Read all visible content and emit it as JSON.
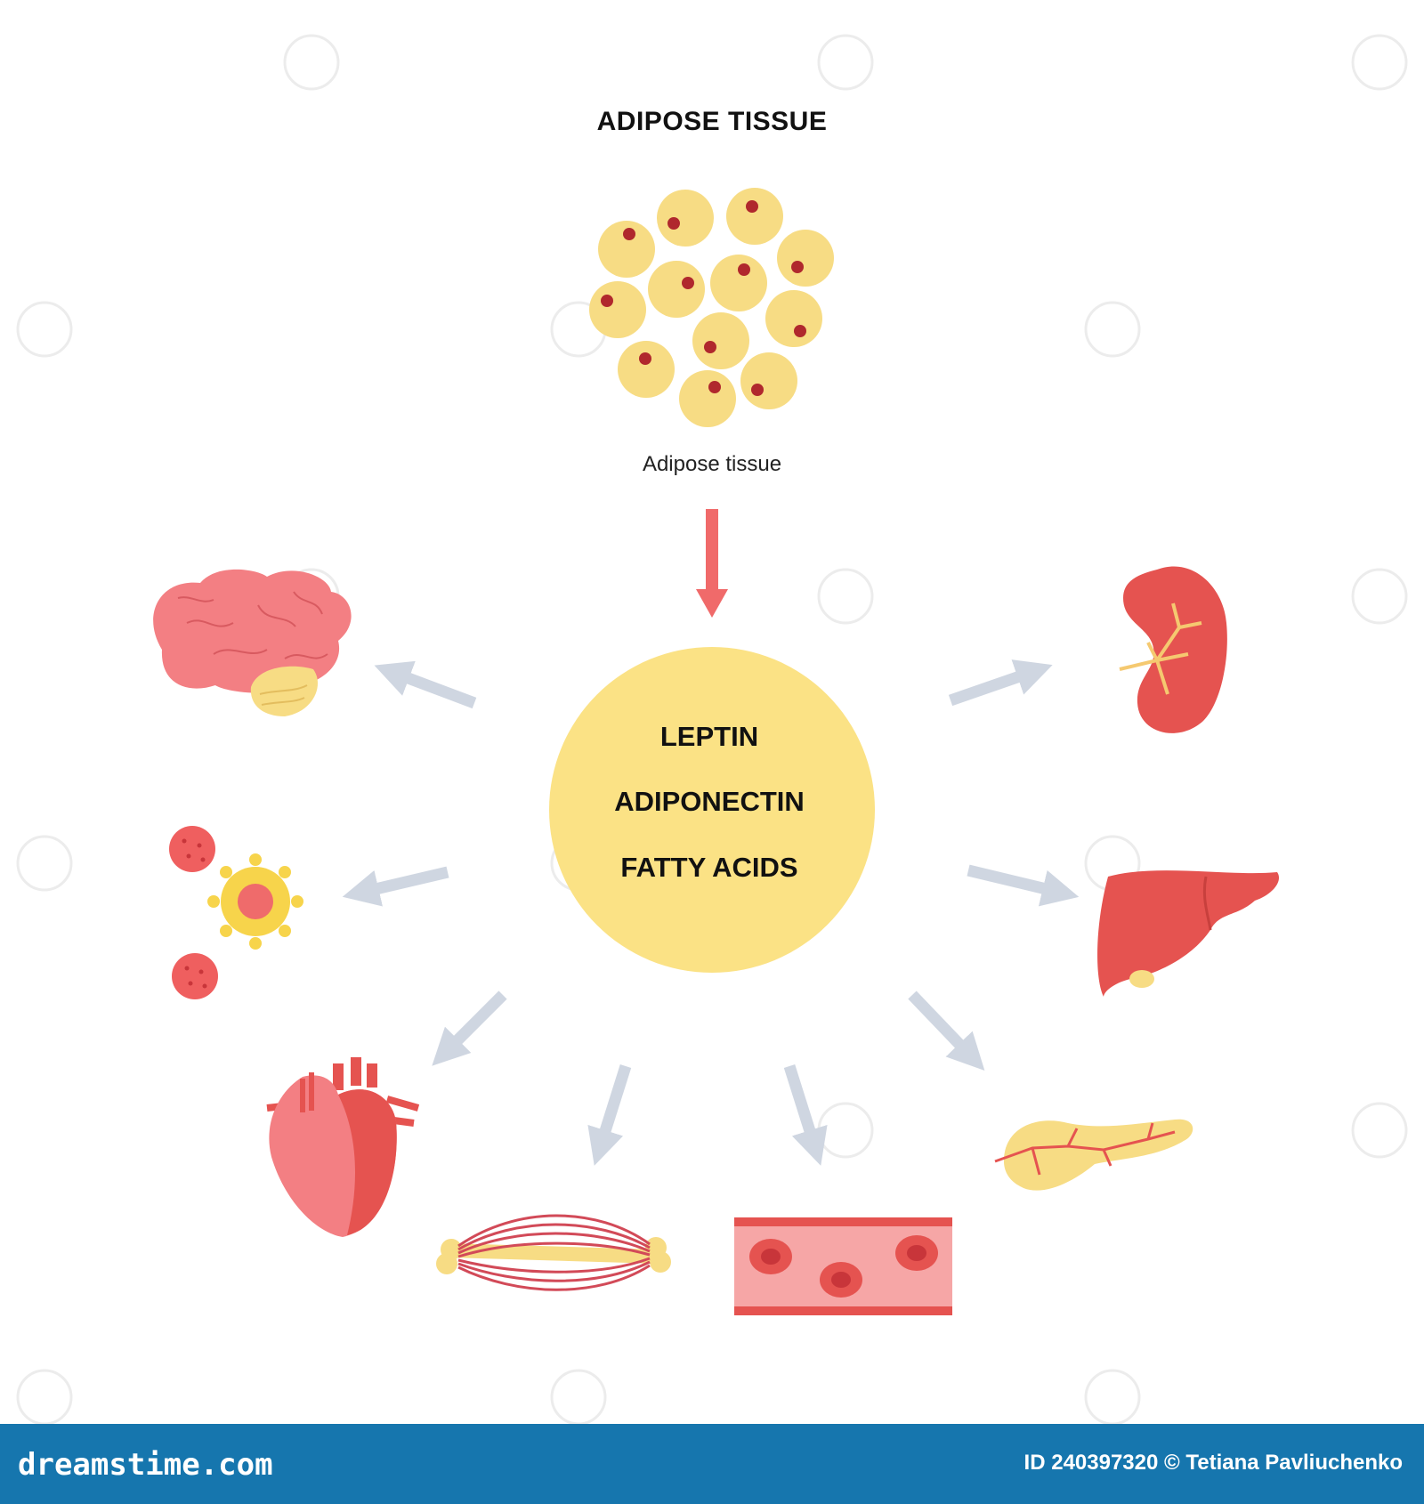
{
  "heading": "ADIPOSE TISSUE",
  "tissue_caption": "Adipose tissue",
  "hub": {
    "items": [
      "LEPTIN",
      "ADIPONECTIN",
      "FATTY ACIDS"
    ]
  },
  "footer": {
    "brand": "dreamstime.com",
    "credit": "ID 240397320 © Tetiana Pavliuchenko"
  },
  "colors": {
    "hub_yellow": "#fbe285",
    "fat_cell": "#f7dc84",
    "nucleus": "#b0282d",
    "main_arrow": "#f06a6a",
    "gray_arrow": "#cfd6e1",
    "organ_red": "#e55350",
    "organ_pink": "#f37f83",
    "footer_blue": "#1676ae"
  },
  "icons": [
    "brain-icon",
    "kidney-icon",
    "blood-cells-icon",
    "liver-icon",
    "heart-icon",
    "muscle-icon",
    "blood-vessel-icon",
    "pancreas-icon",
    "fat-cells-icon"
  ]
}
